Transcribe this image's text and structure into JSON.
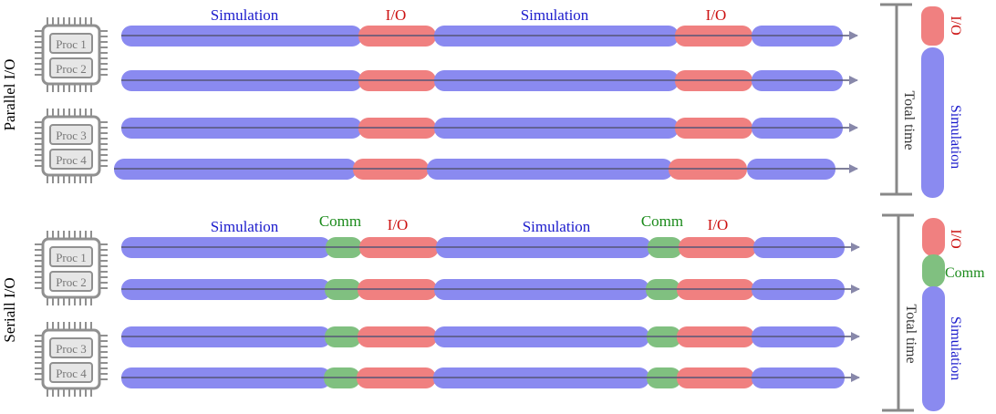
{
  "colors": {
    "simulation": "#8a8af0",
    "io": "#f08080",
    "comm": "#80c080",
    "simulation_text": "#1a1acc",
    "io_text": "#cc1111",
    "comm_text": "#1a8a1a",
    "chip": "#909090",
    "axis": "#888888"
  },
  "panels": [
    {
      "label": "Parallel I/O",
      "top_labels": [
        "Simulation",
        "I/O",
        "Simulation",
        "I/O"
      ],
      "chips": [
        {
          "procs": [
            "Proc 1",
            "Proc 2"
          ]
        },
        {
          "procs": [
            "Proc 3",
            "Proc 4"
          ]
        }
      ],
      "legend": {
        "total_label": "Total time",
        "segments": [
          "I/O",
          "Simulation"
        ]
      }
    },
    {
      "label": "Seriall I/O",
      "top_labels": [
        "Simulation",
        "Comm",
        "I/O",
        "Simulation",
        "Comm",
        "I/O"
      ],
      "chips": [
        {
          "procs": [
            "Proc 1",
            "Proc 2"
          ]
        },
        {
          "procs": [
            "Proc 3",
            "Proc 4"
          ]
        }
      ],
      "legend": {
        "total_label": "Total time",
        "segments": [
          "I/O",
          "Comm",
          "Simulation"
        ]
      }
    }
  ],
  "icons": [
    "processor-chip-icon",
    "timeline-arrow-icon"
  ]
}
